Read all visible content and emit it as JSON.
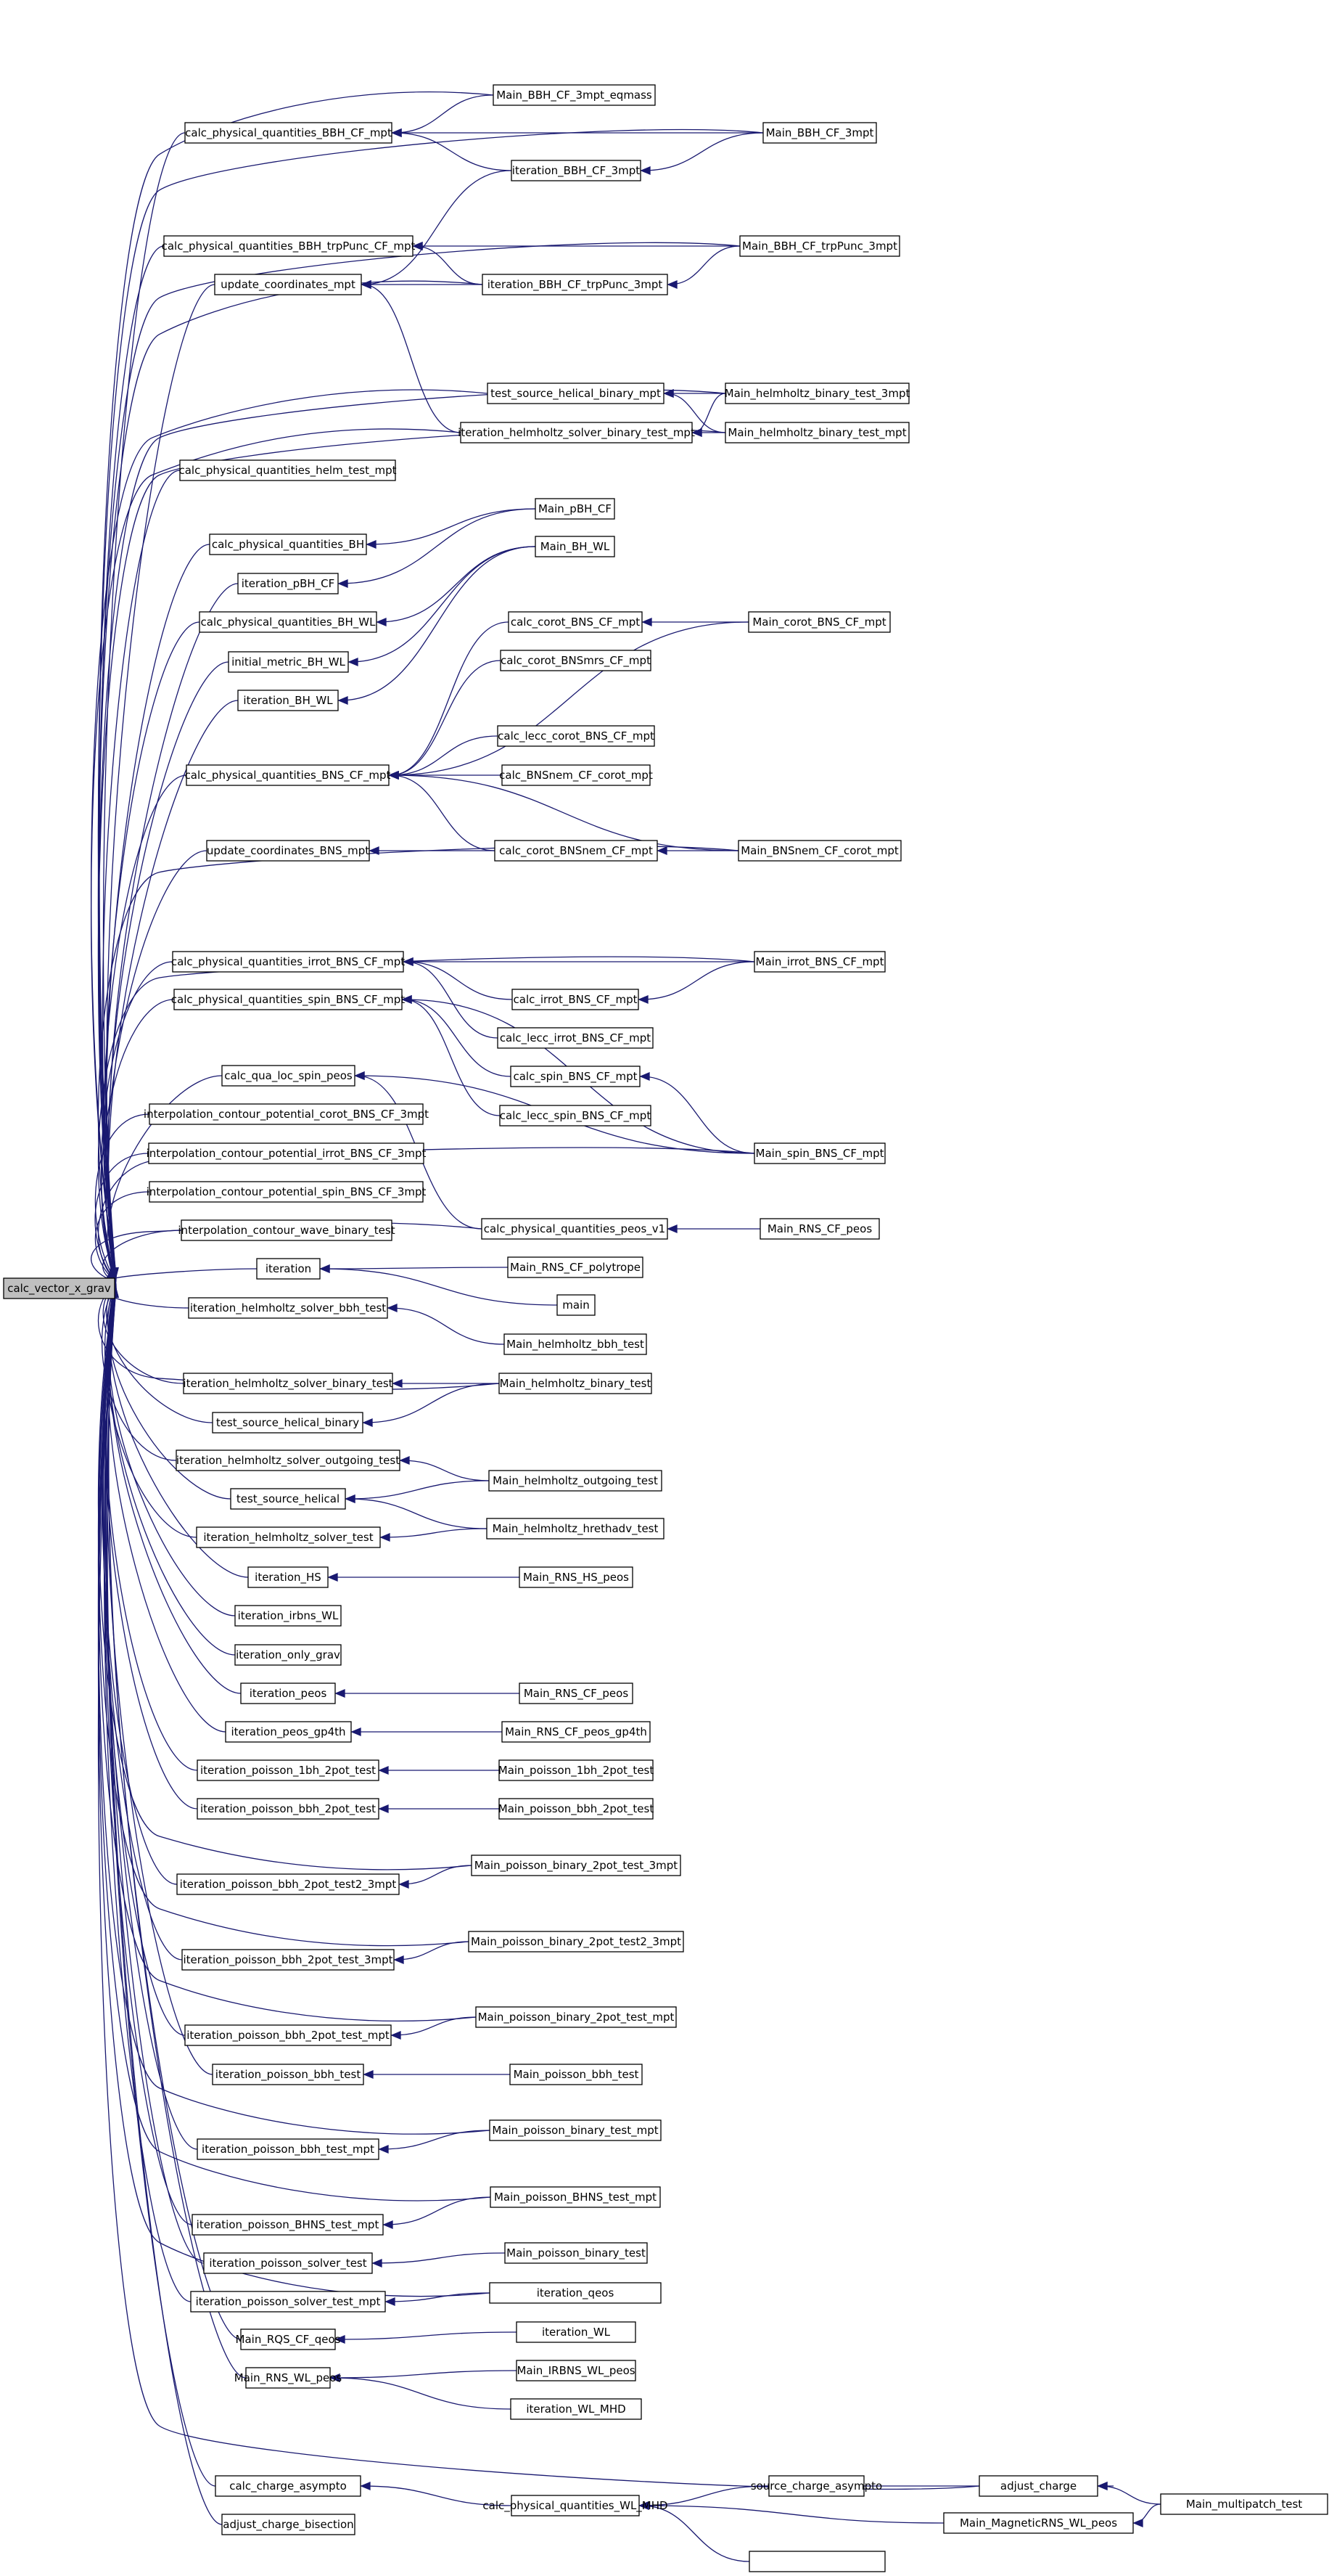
{
  "edge_color": "#191970",
  "root_fill": "#bfbfbf",
  "root": "calc_vector_x_grav",
  "nodes": [
    "calc_vector_x_grav",
    "calc_physical_quantities_BBH_CF_mpt",
    "Main_BBH_CF_3mpt_eqmass",
    "Main_BBH_CF_3mpt",
    "iteration_BBH_CF_3mpt",
    "calc_physical_quantities_BBH_trpPunc_CF_mpt",
    "Main_BBH_CF_trpPunc_3mpt",
    "update_coordinates_mpt",
    "iteration_BBH_CF_trpPunc_3mpt",
    "test_source_helical_binary_mpt",
    "Main_helmholtz_binary_test_3mpt",
    "iteration_helmholtz_solver_binary_test_mpt",
    "Main_helmholtz_binary_test_mpt",
    "calc_physical_quantities_helm_test_mpt",
    "calc_physical_quantities_BH",
    "Main_pBH_CF",
    "iteration_pBH_CF",
    "Main_BH_WL",
    "calc_physical_quantities_BH_WL",
    "calc_corot_BNS_CF_mpt",
    "Main_corot_BNS_CF_mpt",
    "initial_metric_BH_WL",
    "calc_corot_BNSmrs_CF_mpt",
    "iteration_BH_WL",
    "calc_lecc_corot_BNS_CF_mpt",
    "calc_physical_quantities_BNS_CF_mpt",
    "calc_BNSnem_CF_corot_mpt",
    "update_coordinates_BNS_mpt",
    "calc_corot_BNSnem_CF_mpt",
    "Main_BNSnem_CF_corot_mpt",
    "calc_physical_quantities_irrot_BNS_CF_mpt",
    "Main_irrot_BNS_CF_mpt",
    "calc_physical_quantities_spin_BNS_CF_mpt",
    "calc_irrot_BNS_CF_mpt",
    "calc_lecc_irrot_BNS_CF_mpt",
    "calc_qua_loc_spin_peos",
    "calc_spin_BNS_CF_mpt",
    "interpolation_contour_potential_corot_BNS_CF_3mpt",
    "calc_lecc_spin_BNS_CF_mpt",
    "interpolation_contour_potential_irrot_BNS_CF_3mpt",
    "Main_spin_BNS_CF_mpt",
    "interpolation_contour_potential_spin_BNS_CF_3mpt",
    "interpolation_contour_wave_binary_test",
    "calc_physical_quantities_peos_v1",
    "Main_RNS_CF_peos",
    "iteration",
    "Main_RNS_CF_polytrope",
    "main",
    "iteration_helmholtz_solver_bbh_test",
    "Main_helmholtz_bbh_test",
    "iteration_helmholtz_solver_binary_test",
    "Main_helmholtz_binary_test",
    "test_source_helical_binary",
    "iteration_helmholtz_solver_outgoing_test",
    "Main_helmholtz_outgoing_test",
    "test_source_helical",
    "iteration_helmholtz_solver_test",
    "Main_helmholtz_hrethadv_test",
    "iteration_HS",
    "Main_RNS_HS_peos",
    "iteration_irbns_WL",
    "iteration_only_grav",
    "iteration_peos",
    "Main_RNS_CF_peos",
    "iteration_peos_gp4th",
    "Main_RNS_CF_peos_gp4th",
    "iteration_poisson_1bh_2pot_test",
    "Main_poisson_1bh_2pot_test",
    "iteration_poisson_bbh_2pot_test",
    "Main_poisson_bbh_2pot_test",
    "iteration_poisson_bbh_2pot_test2_3mpt",
    "Main_poisson_binary_2pot_test_3mpt",
    "iteration_poisson_bbh_2pot_test_3mpt",
    "Main_poisson_binary_2pot_test2_3mpt",
    "iteration_poisson_bbh_2pot_test_mpt",
    "Main_poisson_binary_2pot_test_mpt",
    "iteration_poisson_bbh_test",
    "Main_poisson_bbh_test",
    "iteration_poisson_bbh_test_mpt",
    "Main_poisson_binary_test_mpt",
    "iteration_poisson_BHNS_test_mpt",
    "Main_poisson_BHNS_test_mpt",
    "iteration_poisson_solver_test",
    "Main_poisson_binary_test",
    "iteration_poisson_solver_test_mpt",
    "iteration_qeos",
    "Main_RQS_CF_qeos",
    "iteration_WL",
    "Main_RNS_WL_peos",
    "Main_IRBNS_WL_peos",
    "iteration_WL_MHD",
    "adjust_charge",
    "source_charge_asympto",
    "calc_charge_asympto",
    "calc_physical_quantities_WL_MHD",
    "Main_MagneticRNS_WL_peos",
    "Main_multipatch_test",
    "adjust_charge_bisection"
  ]
}
